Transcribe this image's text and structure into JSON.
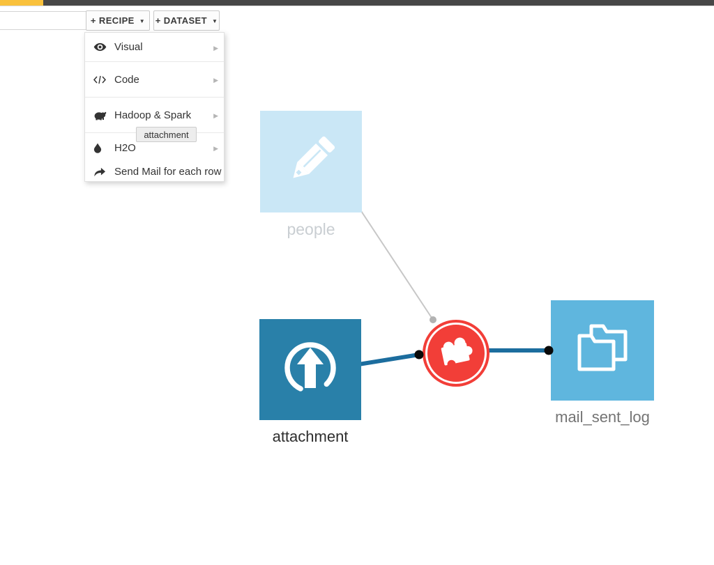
{
  "topbar": {
    "accent_color": "#f9c13c",
    "bar_color": "#474747"
  },
  "toolbar": {
    "search": {
      "value": "",
      "placeholder": ""
    },
    "recipe_button": {
      "label": "+ RECIPE"
    },
    "dataset_button": {
      "label": "+ DATASET"
    }
  },
  "recipe_menu": {
    "items": [
      {
        "label": "Visual",
        "icon": "eye-icon",
        "has_submenu": true
      },
      {
        "label": "Code",
        "icon": "code-icon",
        "has_submenu": true
      },
      {
        "label": "Hadoop & Spark",
        "icon": "elephant-icon",
        "has_submenu": true
      },
      {
        "label": "H2O",
        "icon": "droplet-icon",
        "has_submenu": true
      },
      {
        "label": "Send Mail for each row",
        "icon": "forward-arrow-icon",
        "has_submenu": false
      }
    ]
  },
  "tooltip": {
    "text": "attachment"
  },
  "flow": {
    "nodes": [
      {
        "id": "people",
        "label": "people",
        "type": "editable-dataset",
        "color": "#cae7f6",
        "state": "faded"
      },
      {
        "id": "attachment",
        "label": "attachment",
        "type": "uploaded-dataset",
        "color": "#2980a9",
        "state": "normal"
      },
      {
        "id": "plugin-recipe",
        "label": "",
        "type": "plugin-recipe",
        "color": "#f23e38",
        "state": "normal"
      },
      {
        "id": "mail_sent_log",
        "label": "mail_sent_log",
        "type": "managed-folder",
        "color": "#5fb6de",
        "state": "normal"
      }
    ],
    "edge_colors": {
      "active": "#1c6d9e",
      "inactive": "#c7c7c7"
    }
  }
}
